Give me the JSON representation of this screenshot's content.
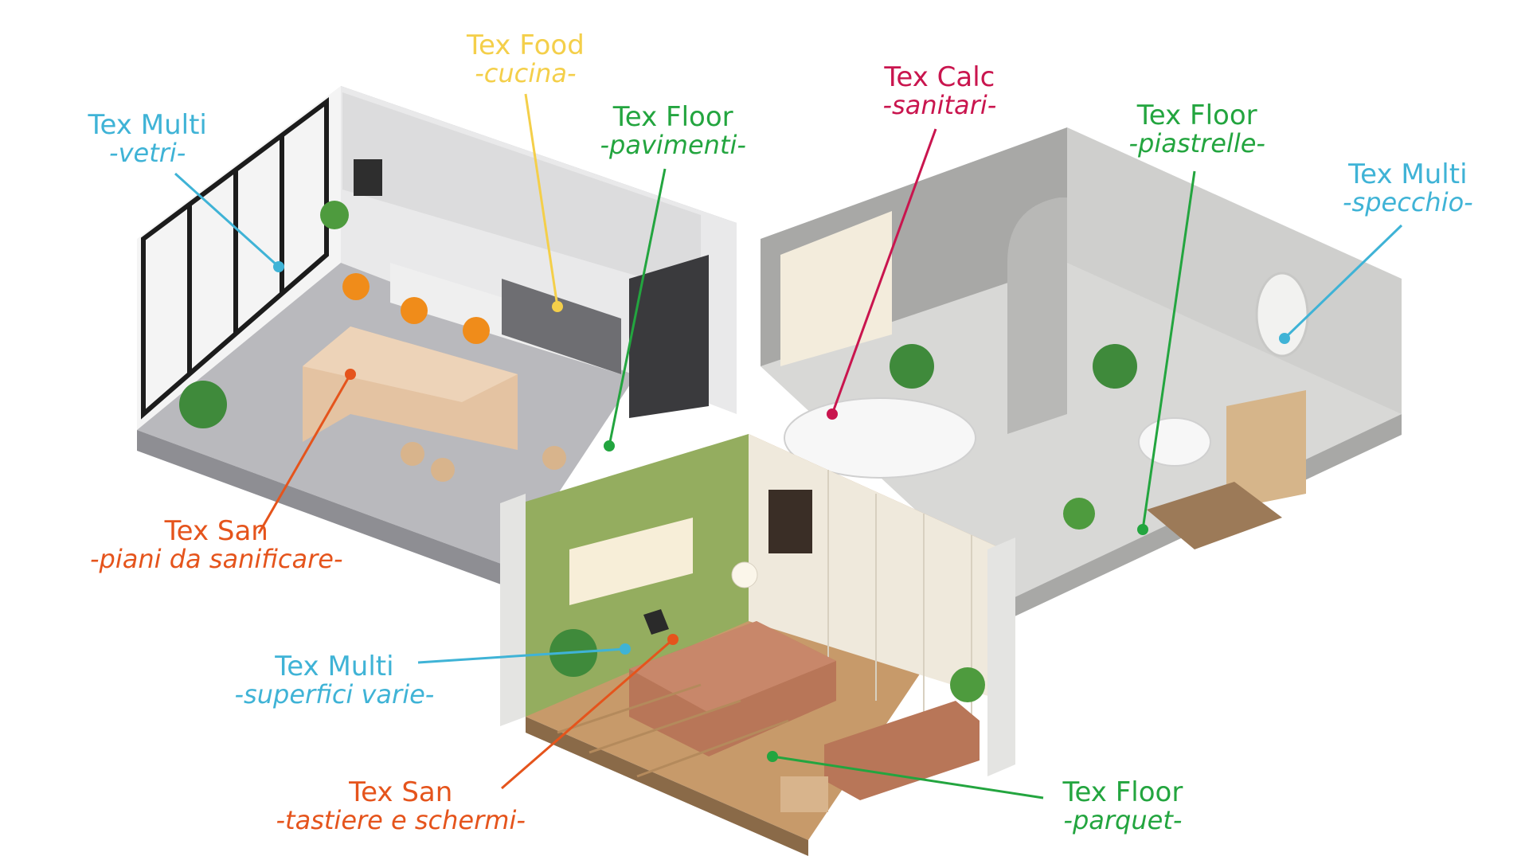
{
  "colors": {
    "multi": "#3fb3d6",
    "food": "#f4cf4a",
    "floor": "#23a53f",
    "calc": "#c9154e",
    "san": "#e5541c",
    "kitchen_floor": "#b9b9bd",
    "bathroom_floor": "#d8d8d6",
    "bedroom_wall": "#94ad5f",
    "bedroom_floor": "#c79a6a",
    "bed": "#b87658",
    "wood": "#e4c3a2"
  },
  "callouts": [
    {
      "id": "vetri",
      "product": "Tex Multi",
      "surface": "-vetri-",
      "color": "#3fb3d6"
    },
    {
      "id": "cucina",
      "product": "Tex Food",
      "surface": "-cucina-",
      "color": "#f4cf4a"
    },
    {
      "id": "pavimenti",
      "product": "Tex Floor",
      "surface": "-pavimenti-",
      "color": "#23a53f"
    },
    {
      "id": "sanitari",
      "product": "Tex Calc",
      "surface": "-sanitari-",
      "color": "#c9154e"
    },
    {
      "id": "piastrelle",
      "product": "Tex Floor",
      "surface": "-piastrelle-",
      "color": "#23a53f"
    },
    {
      "id": "specchio",
      "product": "Tex Multi",
      "surface": "-specchio-",
      "color": "#3fb3d6"
    },
    {
      "id": "piani",
      "product": "Tex San",
      "surface": "-piani da sanificare-",
      "color": "#e5541c"
    },
    {
      "id": "superfici",
      "product": "Tex Multi",
      "surface": "-superfici varie-",
      "color": "#3fb3d6"
    },
    {
      "id": "tastiere",
      "product": "Tex San",
      "surface": "-tastiere e schermi-",
      "color": "#e5541c"
    },
    {
      "id": "parquet",
      "product": "Tex Floor",
      "surface": "-parquet-",
      "color": "#23a53f"
    }
  ]
}
